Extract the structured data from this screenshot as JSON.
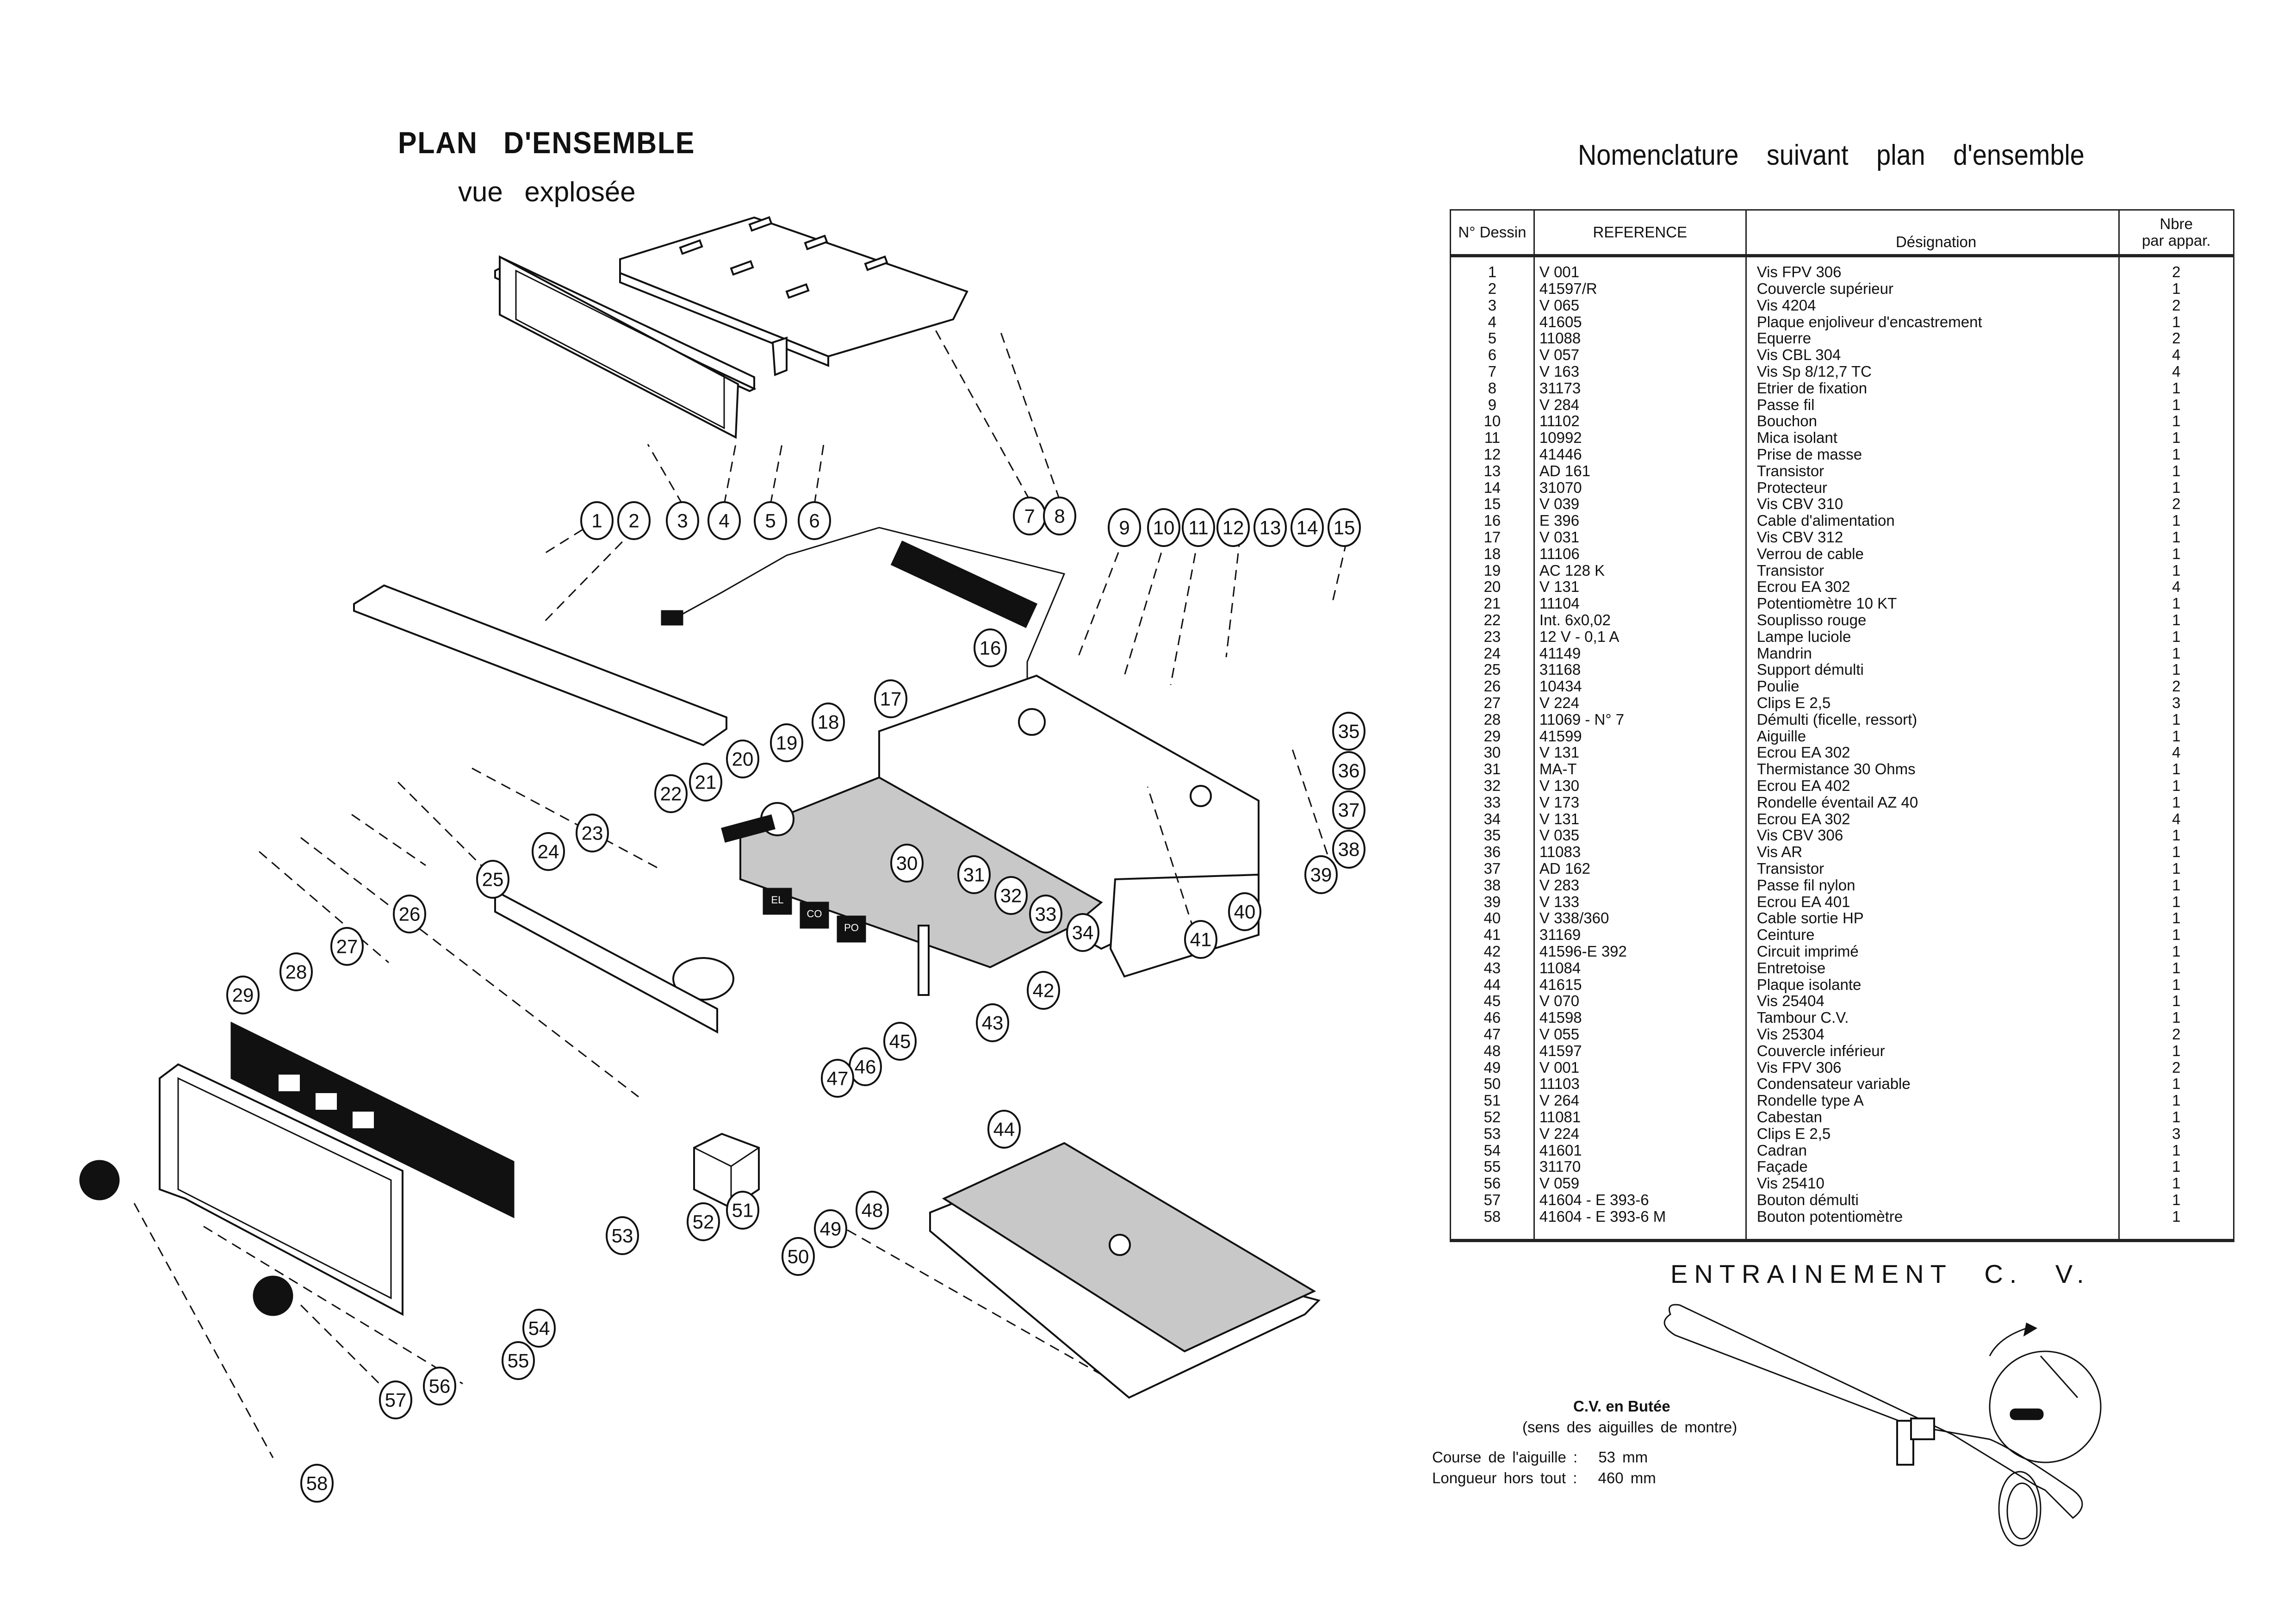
{
  "plan": {
    "title": "PLAN  D'ENSEMBLE",
    "subtitle": "vue  explosée",
    "callouts": [
      "1",
      "2",
      "3",
      "4",
      "5",
      "6",
      "7",
      "8",
      "9",
      "10",
      "11",
      "12",
      "13",
      "14",
      "15",
      "16",
      "17",
      "18",
      "19",
      "20",
      "21",
      "22",
      "23",
      "24",
      "25",
      "26",
      "27",
      "28",
      "29",
      "30",
      "31",
      "32",
      "33",
      "34",
      "35",
      "36",
      "37",
      "38",
      "39",
      "40",
      "41",
      "42",
      "43",
      "44",
      "45",
      "46",
      "47",
      "48",
      "49",
      "50",
      "51",
      "52",
      "53",
      "54",
      "55",
      "56",
      "57",
      "58"
    ],
    "keycap_labels": [
      "EL",
      "CO",
      "PO"
    ]
  },
  "nomenclature": {
    "title": "Nomenclature   suivant   plan   d'ensemble",
    "headers": {
      "num": "N° Dessin",
      "ref": "REFERENCE",
      "des": "Désignation",
      "qty_line1": "Nbre",
      "qty_line2": "par appar."
    },
    "rows": [
      {
        "num": "1",
        "ref": "V 001",
        "des": "Vis FPV 306",
        "qty": "2"
      },
      {
        "num": "2",
        "ref": "41597/R",
        "des": "Couvercle supérieur",
        "qty": "1"
      },
      {
        "num": "3",
        "ref": "V 065",
        "des": "Vis 4204",
        "qty": "2"
      },
      {
        "num": "4",
        "ref": "41605",
        "des": "Plaque enjoliveur d'encastrement",
        "qty": "1"
      },
      {
        "num": "5",
        "ref": "11088",
        "des": "Equerre",
        "qty": "2"
      },
      {
        "num": "6",
        "ref": "V 057",
        "des": "Vis CBL 304",
        "qty": "4"
      },
      {
        "num": "7",
        "ref": "V 163",
        "des": "Vis Sp 8/12,7 TC",
        "qty": "4"
      },
      {
        "num": "8",
        "ref": "31173",
        "des": "Etrier de fixation",
        "qty": "1"
      },
      {
        "num": "9",
        "ref": "V 284",
        "des": "Passe fil",
        "qty": "1"
      },
      {
        "num": "10",
        "ref": "11102",
        "des": "Bouchon",
        "qty": "1"
      },
      {
        "num": "11",
        "ref": "10992",
        "des": "Mica isolant",
        "qty": "1"
      },
      {
        "num": "12",
        "ref": "41446",
        "des": "Prise de masse",
        "qty": "1"
      },
      {
        "num": "13",
        "ref": "AD 161",
        "des": "Transistor",
        "qty": "1"
      },
      {
        "num": "14",
        "ref": "31070",
        "des": "Protecteur",
        "qty": "1"
      },
      {
        "num": "15",
        "ref": "V 039",
        "des": "Vis CBV 310",
        "qty": "2"
      },
      {
        "num": "16",
        "ref": "E 396",
        "des": "Cable d'alimentation",
        "qty": "1"
      },
      {
        "num": "17",
        "ref": "V 031",
        "des": "Vis CBV 312",
        "qty": "1"
      },
      {
        "num": "18",
        "ref": "11106",
        "des": "Verrou de cable",
        "qty": "1"
      },
      {
        "num": "19",
        "ref": "AC 128 K",
        "des": "Transistor",
        "qty": "1"
      },
      {
        "num": "20",
        "ref": "V 131",
        "des": "Ecrou EA 302",
        "qty": "4"
      },
      {
        "num": "21",
        "ref": "11104",
        "des": "Potentiomètre 10 KT",
        "qty": "1"
      },
      {
        "num": "22",
        "ref": "Int. 6x0,02",
        "des": "Souplisso rouge",
        "qty": "1"
      },
      {
        "num": "23",
        "ref": "12 V - 0,1 A",
        "des": "Lampe luciole",
        "qty": "1"
      },
      {
        "num": "24",
        "ref": "41149",
        "des": "Mandrin",
        "qty": "1"
      },
      {
        "num": "25",
        "ref": "31168",
        "des": "Support démulti",
        "qty": "1"
      },
      {
        "num": "26",
        "ref": "10434",
        "des": "Poulie",
        "qty": "2"
      },
      {
        "num": "27",
        "ref": "V 224",
        "des": "Clips E 2,5",
        "qty": "3"
      },
      {
        "num": "28",
        "ref": "11069 - N° 7",
        "des": "Démulti (ficelle, ressort)",
        "qty": "1"
      },
      {
        "num": "29",
        "ref": "41599",
        "des": "Aiguille",
        "qty": "1"
      },
      {
        "num": "30",
        "ref": "V 131",
        "des": "Ecrou EA 302",
        "qty": "4"
      },
      {
        "num": "31",
        "ref": "MA-T",
        "des": "Thermistance 30 Ohms",
        "qty": "1"
      },
      {
        "num": "32",
        "ref": "V 130",
        "des": "Ecrou EA 402",
        "qty": "1"
      },
      {
        "num": "33",
        "ref": "V 173",
        "des": "Rondelle éventail AZ 40",
        "qty": "1"
      },
      {
        "num": "34",
        "ref": "V 131",
        "des": "Ecrou EA 302",
        "qty": "4"
      },
      {
        "num": "35",
        "ref": "V 035",
        "des": "Vis CBV 306",
        "qty": "1"
      },
      {
        "num": "36",
        "ref": "11083",
        "des": "Vis AR",
        "qty": "1"
      },
      {
        "num": "37",
        "ref": "AD 162",
        "des": "Transistor",
        "qty": "1"
      },
      {
        "num": "38",
        "ref": "V 283",
        "des": "Passe fil nylon",
        "qty": "1"
      },
      {
        "num": "39",
        "ref": "V 133",
        "des": "Ecrou EA 401",
        "qty": "1"
      },
      {
        "num": "40",
        "ref": "V 338/360",
        "des": "Cable sortie HP",
        "qty": "1"
      },
      {
        "num": "41",
        "ref": "31169",
        "des": "Ceinture",
        "qty": "1"
      },
      {
        "num": "42",
        "ref": "41596-E 392",
        "des": "Circuit imprimé",
        "qty": "1"
      },
      {
        "num": "43",
        "ref": "11084",
        "des": "Entretoise",
        "qty": "1"
      },
      {
        "num": "44",
        "ref": "41615",
        "des": "Plaque isolante",
        "qty": "1"
      },
      {
        "num": "45",
        "ref": "V 070",
        "des": "Vis 25404",
        "qty": "1"
      },
      {
        "num": "46",
        "ref": "41598",
        "des": "Tambour C.V.",
        "qty": "1"
      },
      {
        "num": "47",
        "ref": "V 055",
        "des": "Vis 25304",
        "qty": "2"
      },
      {
        "num": "48",
        "ref": "41597",
        "des": "Couvercle inférieur",
        "qty": "1"
      },
      {
        "num": "49",
        "ref": "V 001",
        "des": "Vis FPV 306",
        "qty": "2"
      },
      {
        "num": "50",
        "ref": "11103",
        "des": "Condensateur variable",
        "qty": "1"
      },
      {
        "num": "51",
        "ref": "V 264",
        "des": "Rondelle type A",
        "qty": "1"
      },
      {
        "num": "52",
        "ref": "11081",
        "des": "Cabestan",
        "qty": "1"
      },
      {
        "num": "53",
        "ref": "V 224",
        "des": "Clips E 2,5",
        "qty": "3"
      },
      {
        "num": "54",
        "ref": "41601",
        "des": "Cadran",
        "qty": "1"
      },
      {
        "num": "55",
        "ref": "31170",
        "des": "Façade",
        "qty": "1"
      },
      {
        "num": "56",
        "ref": "V 059",
        "des": "Vis 25410",
        "qty": "1"
      },
      {
        "num": "57",
        "ref": "41604 - E 393-6",
        "des": "Bouton démulti",
        "qty": "1"
      },
      {
        "num": "58",
        "ref": "41604 - E 393-6 M",
        "des": "Bouton potentiomètre",
        "qty": "1"
      }
    ]
  },
  "cv_drive": {
    "title": "ENTRAINEMENT   C. V.",
    "butee": "C.V. en Butée",
    "direction": "(sens des aiguilles de montre)",
    "course_label": "Course de l'aiguille :",
    "course_value": "53 mm",
    "length_label": "Longueur hors tout :",
    "length_value": "460 mm"
  }
}
